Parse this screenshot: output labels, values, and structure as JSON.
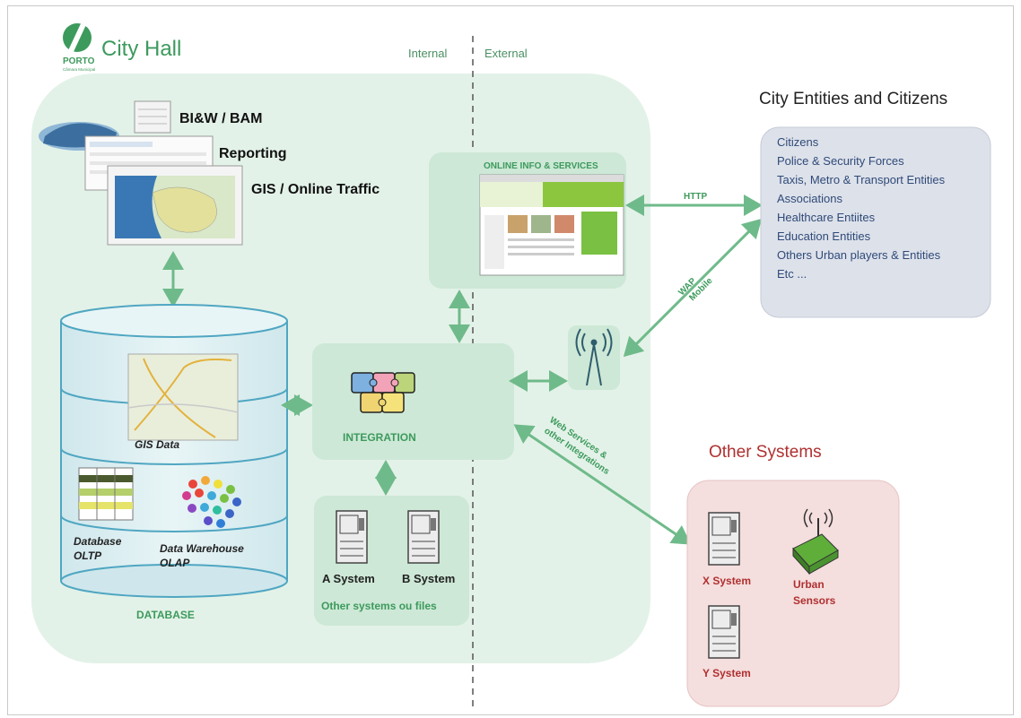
{
  "header": {
    "logo_text": "PORTO",
    "logo_subtext": "Câmara Municipal",
    "title": "City Hall",
    "internal_label": "Internal",
    "external_label": "External"
  },
  "bi": {
    "items": [
      "BI&W / BAM",
      "Reporting",
      "GIS / Online Traffic"
    ]
  },
  "database": {
    "title": "DATABASE",
    "gis_label": "GIS Data",
    "oltp_label": [
      "Database",
      "OLTP"
    ],
    "olap_label": [
      "Data Warehouse",
      "OLAP"
    ]
  },
  "integration": {
    "label": "INTEGRATION"
  },
  "online": {
    "label": "ONLINE INFO & SERVICES"
  },
  "connections": {
    "http": "HTTP",
    "wap": [
      "WAP",
      "Mobile"
    ],
    "web_services": [
      "Web Services &",
      "other Integrations"
    ]
  },
  "internal_systems": {
    "a_label": "A System",
    "b_label": "B System",
    "caption": "Other systems  ou files"
  },
  "city_entities": {
    "title": "City Entities and Citizens",
    "items": [
      "Citizens",
      "Police & Security Forces",
      "Taxis, Metro & Transport Entities",
      "Associations",
      "Healthcare Entiites",
      "Education Entities",
      "Others Urban players & Entities",
      "Etc ..."
    ]
  },
  "other_systems": {
    "title": "Other Systems",
    "x_label": "X System",
    "y_label": "Y System",
    "sensors_label": [
      "Urban",
      "Sensors"
    ]
  },
  "colors": {
    "green_text": "#3d9a5d",
    "arrow": "#6fba8a",
    "zone_fill": "#e3f2e8",
    "box_fill": "#cde8d6",
    "entities_fill": "#dde1ea",
    "entities_text": "#2f4a78",
    "other_fill": "#f5dede",
    "other_text": "#b03030"
  }
}
